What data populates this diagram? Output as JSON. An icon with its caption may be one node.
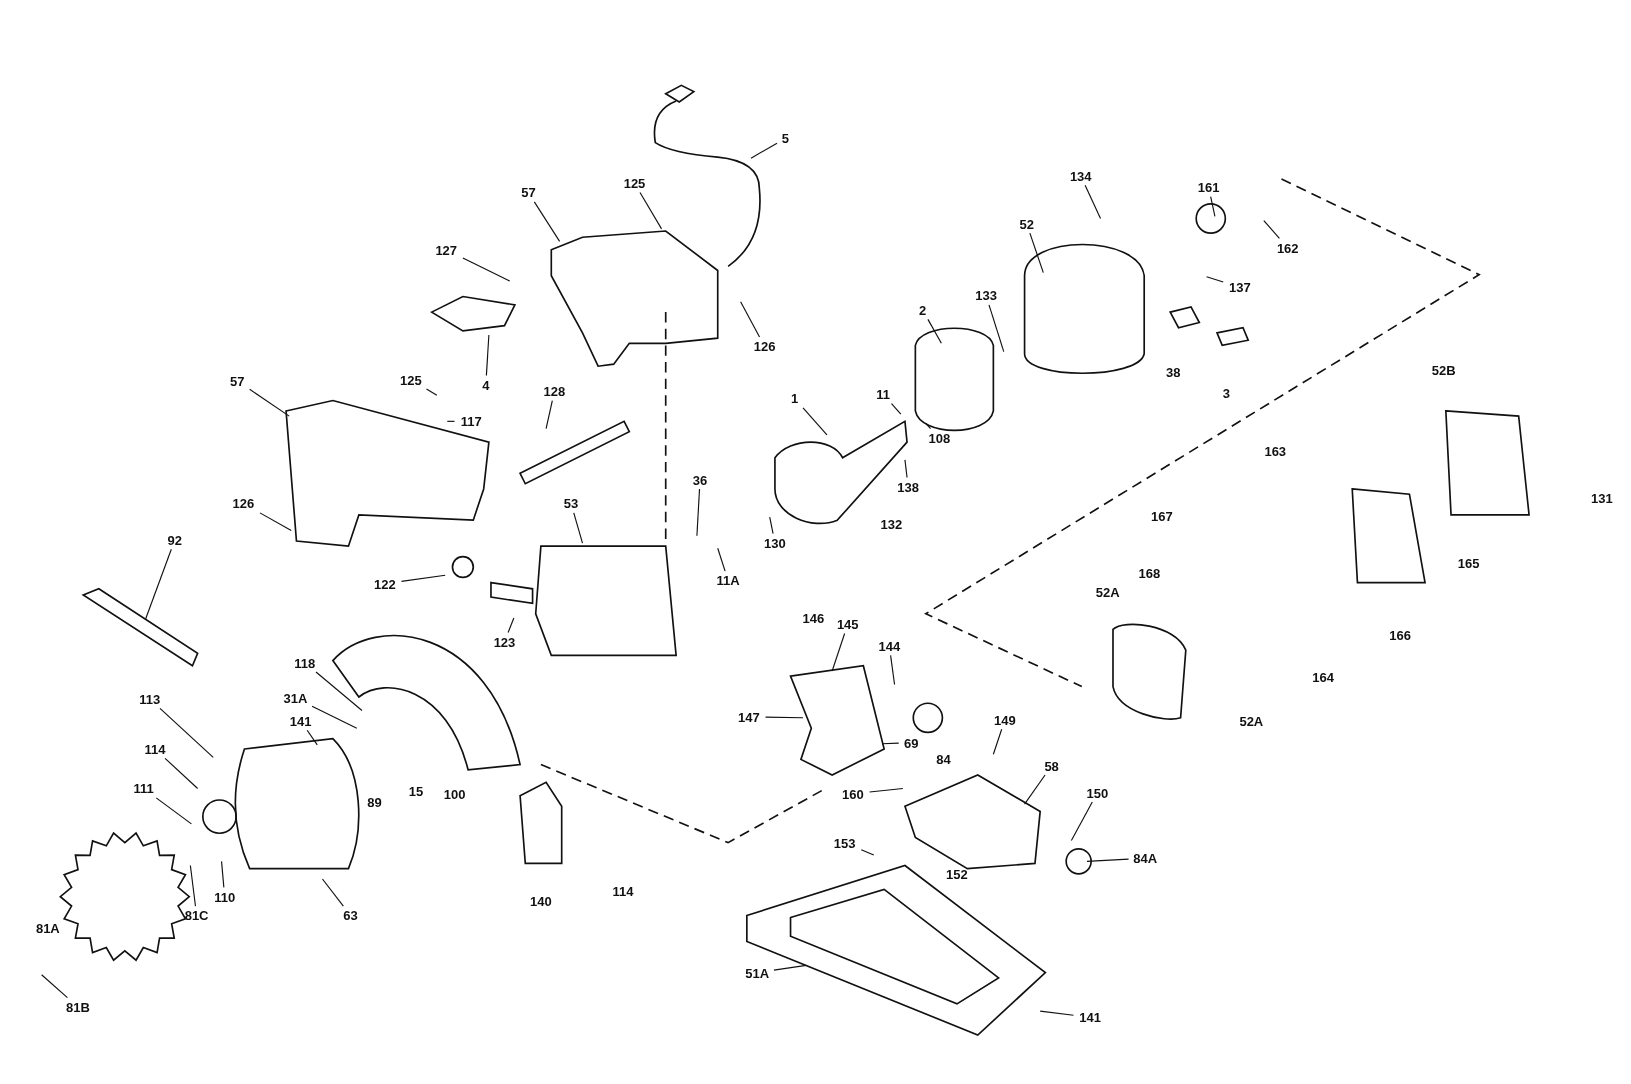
{
  "diagram": {
    "nodes": [
      {
        "text": [
          "5"
        ]
      },
      {
        "text": [
          "125"
        ]
      },
      {
        "text": [
          "57"
        ]
      },
      {
        "text": [
          "127"
        ]
      },
      {
        "text": [
          "4"
        ]
      },
      {
        "text": [
          "126"
        ]
      },
      {
        "text": [
          "134"
        ]
      },
      {
        "text": [
          "52"
        ]
      },
      {
        "text": [
          "161"
        ]
      },
      {
        "text": [
          "162"
        ]
      },
      {
        "text": [
          "137"
        ]
      },
      {
        "text": [
          "2"
        ]
      },
      {
        "text": [
          "133"
        ]
      },
      {
        "text": [
          "57"
        ]
      },
      {
        "text": [
          "125"
        ]
      },
      {
        "text": [
          "117"
        ]
      },
      {
        "text": [
          "128"
        ]
      },
      {
        "text": [
          "11"
        ]
      },
      {
        "text": [
          "1"
        ]
      },
      {
        "text": [
          "108"
        ]
      },
      {
        "text": [
          "138"
        ]
      },
      {
        "text": [
          "36"
        ]
      },
      {
        "text": [
          "126"
        ]
      },
      {
        "text": [
          "53"
        ]
      },
      {
        "text": [
          "92"
        ]
      },
      {
        "text": [
          "130"
        ]
      },
      {
        "text": [
          "11A"
        ]
      },
      {
        "text": [
          "122"
        ]
      },
      {
        "text": [
          "145"
        ]
      },
      {
        "text": [
          "123"
        ]
      },
      {
        "text": [
          "144"
        ]
      },
      {
        "text": [
          "118"
        ]
      },
      {
        "text": [
          "113"
        ]
      },
      {
        "text": [
          "31A"
        ]
      },
      {
        "text": [
          "147"
        ]
      },
      {
        "text": [
          "149"
        ]
      },
      {
        "text": [
          "141"
        ]
      },
      {
        "text": [
          "69"
        ]
      },
      {
        "text": [
          "114"
        ]
      },
      {
        "text": [
          "58"
        ]
      },
      {
        "text": [
          "111"
        ]
      },
      {
        "text": [
          "160"
        ]
      },
      {
        "text": [
          "150"
        ]
      },
      {
        "text": [
          "153"
        ]
      },
      {
        "text": [
          "84A"
        ]
      },
      {
        "text": [
          "110"
        ]
      },
      {
        "text": [
          "81C"
        ]
      },
      {
        "text": [
          "63"
        ]
      },
      {
        "text": [
          "51A"
        ]
      },
      {
        "text": [
          "81B"
        ]
      },
      {
        "text": [
          "141"
        ]
      }
    ],
    "edges": [
      {
        "from": 0,
        "to": null,
        "arrow": "none"
      },
      {
        "from": 1,
        "to": null,
        "arrow": "none"
      },
      {
        "from": 2,
        "to": null,
        "arrow": "none"
      },
      {
        "from": 3,
        "to": null,
        "arrow": "none"
      },
      {
        "from": 4,
        "to": null,
        "arrow": "none"
      },
      {
        "from": 5,
        "to": null,
        "arrow": "none"
      },
      {
        "from": 6,
        "to": null,
        "arrow": "none"
      },
      {
        "from": 7,
        "to": null,
        "arrow": "none"
      },
      {
        "from": 8,
        "to": null,
        "arrow": "none"
      },
      {
        "from": 9,
        "to": null,
        "arrow": "none"
      },
      {
        "from": 10,
        "to": null,
        "arrow": "none"
      },
      {
        "from": 11,
        "to": null,
        "arrow": "none"
      },
      {
        "from": 12,
        "to": null,
        "arrow": "none"
      },
      {
        "from": 13,
        "to": null,
        "arrow": "none"
      },
      {
        "from": 14,
        "to": null,
        "arrow": "none"
      },
      {
        "from": 15,
        "to": null,
        "arrow": "none"
      },
      {
        "from": 16,
        "to": null,
        "arrow": "none"
      },
      {
        "from": 17,
        "to": null,
        "arrow": "none"
      },
      {
        "from": 18,
        "to": null,
        "arrow": "none"
      },
      {
        "from": 19,
        "to": null,
        "arrow": "none"
      },
      {
        "from": 20,
        "to": null,
        "arrow": "none"
      },
      {
        "from": 21,
        "to": null,
        "arrow": "none"
      },
      {
        "from": 22,
        "to": null,
        "arrow": "none"
      },
      {
        "from": 23,
        "to": null,
        "arrow": "none"
      },
      {
        "from": 24,
        "to": null,
        "arrow": "none"
      },
      {
        "from": 25,
        "to": null,
        "arrow": "none"
      },
      {
        "from": 26,
        "to": null,
        "arrow": "none"
      },
      {
        "from": 27,
        "to": null,
        "arrow": "none"
      },
      {
        "from": 28,
        "to": null,
        "arrow": "none"
      },
      {
        "from": 29,
        "to": null,
        "arrow": "none"
      },
      {
        "from": 30,
        "to": null,
        "arrow": "none"
      },
      {
        "from": 31,
        "to": null,
        "arrow": "none"
      },
      {
        "from": 32,
        "to": null,
        "arrow": "none"
      },
      {
        "from": 33,
        "to": null,
        "arrow": "none"
      },
      {
        "from": 34,
        "to": null,
        "arrow": "none"
      },
      {
        "from": 35,
        "to": null,
        "arrow": "none"
      },
      {
        "from": 36,
        "to": null,
        "arrow": "none"
      },
      {
        "from": 37,
        "to": null,
        "arrow": "none"
      },
      {
        "from": 38,
        "to": null,
        "arrow": "none"
      },
      {
        "from": 39,
        "to": null,
        "arrow": "none"
      },
      {
        "from": 40,
        "to": null,
        "arrow": "none"
      },
      {
        "from": 41,
        "to": null,
        "arrow": "none"
      },
      {
        "from": 42,
        "to": null,
        "arrow": "none"
      },
      {
        "from": 43,
        "to": null,
        "arrow": "none"
      },
      {
        "from": 44,
        "to": null,
        "arrow": "none"
      },
      {
        "from": 45,
        "to": null,
        "arrow": "none"
      },
      {
        "from": 46,
        "to": null,
        "arrow": "none"
      },
      {
        "from": 47,
        "to": null,
        "arrow": "none"
      },
      {
        "from": 48,
        "to": null,
        "arrow": "none"
      },
      {
        "from": 49,
        "to": null,
        "arrow": "none"
      },
      {
        "from": 50,
        "to": null,
        "arrow": "none"
      }
    ],
    "labels": [
      "52B",
      "38",
      "3",
      "163",
      "131",
      "167",
      "132",
      "165",
      "168",
      "52A",
      "146",
      "166",
      "164",
      "52A",
      "84",
      "15",
      "89",
      "100",
      "152",
      "114",
      "140",
      "81A"
    ]
  }
}
